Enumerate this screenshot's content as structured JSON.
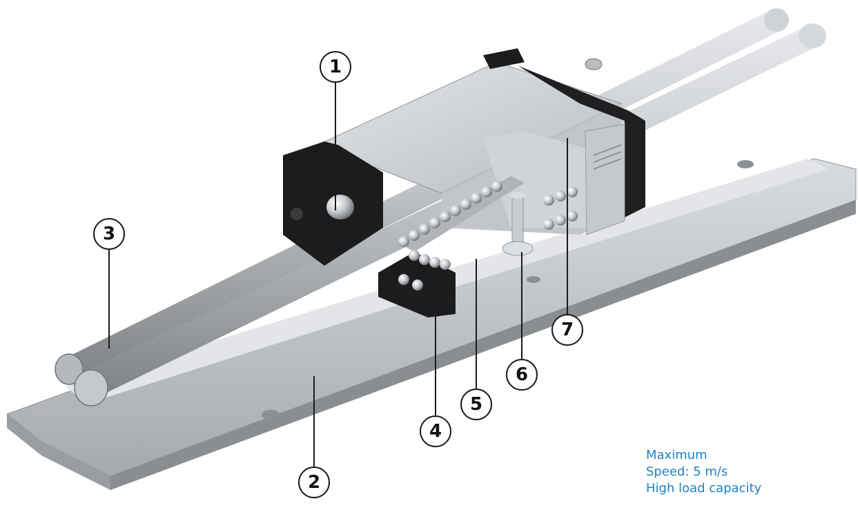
{
  "callouts": [
    {
      "label": "1"
    },
    {
      "label": "2"
    },
    {
      "label": "3"
    },
    {
      "label": "4"
    },
    {
      "label": "5"
    },
    {
      "label": "6"
    },
    {
      "label": "7"
    }
  ],
  "spec_note": {
    "line1": "Maximum",
    "line2": "Speed: 5 m/s",
    "line3": "High load capacity"
  },
  "colors": {
    "spec_text": "#1d82c3",
    "callout_stroke": "#1a1a1a",
    "aluminium": "#c9ccd0",
    "end_cap": "#1b1b1b",
    "steel_shaft": "#b9bcc0"
  }
}
